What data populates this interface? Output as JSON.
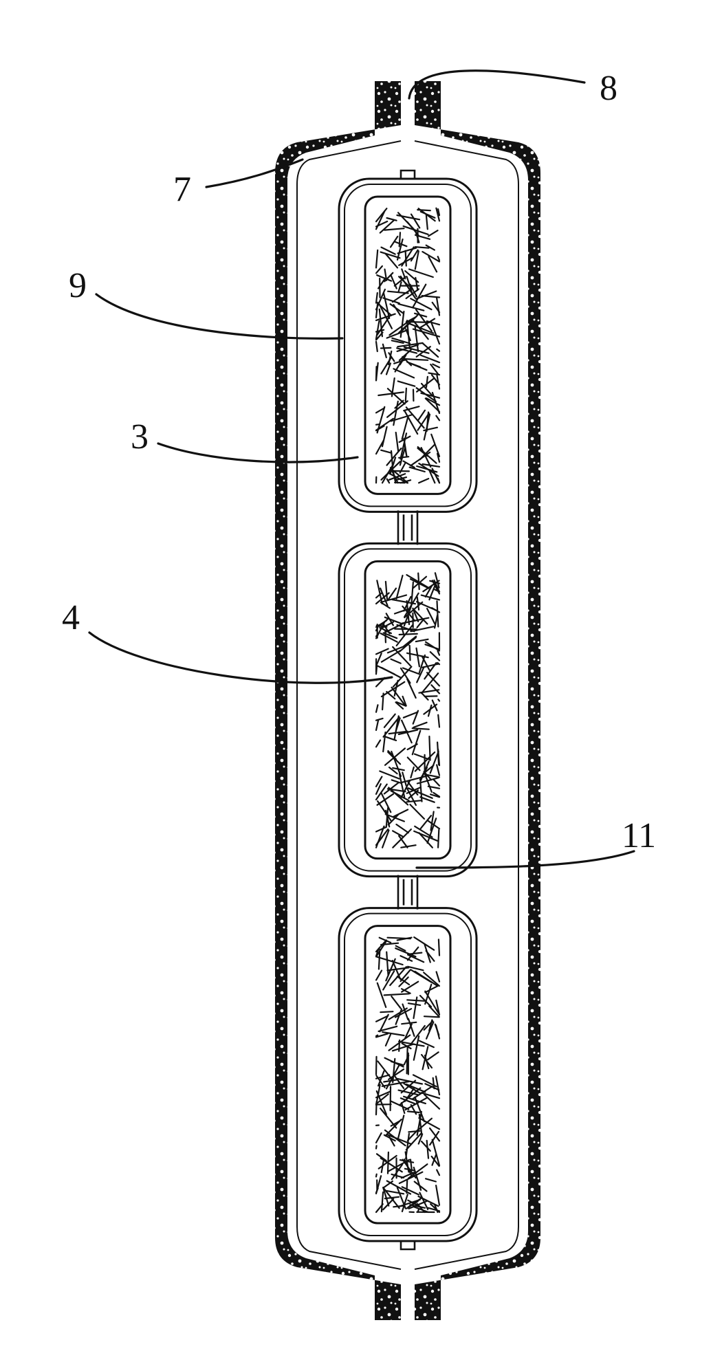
{
  "figure": {
    "reference_labels": [
      {
        "id": "label-8",
        "text": "8"
      },
      {
        "id": "label-7",
        "text": "7"
      },
      {
        "id": "label-9",
        "text": "9"
      },
      {
        "id": "label-3",
        "text": "3"
      },
      {
        "id": "label-4",
        "text": "4"
      },
      {
        "id": "label-11",
        "text": "11"
      }
    ],
    "capsule_count": 3
  },
  "colors": {
    "ink": "#111111",
    "paper": "#ffffff"
  }
}
